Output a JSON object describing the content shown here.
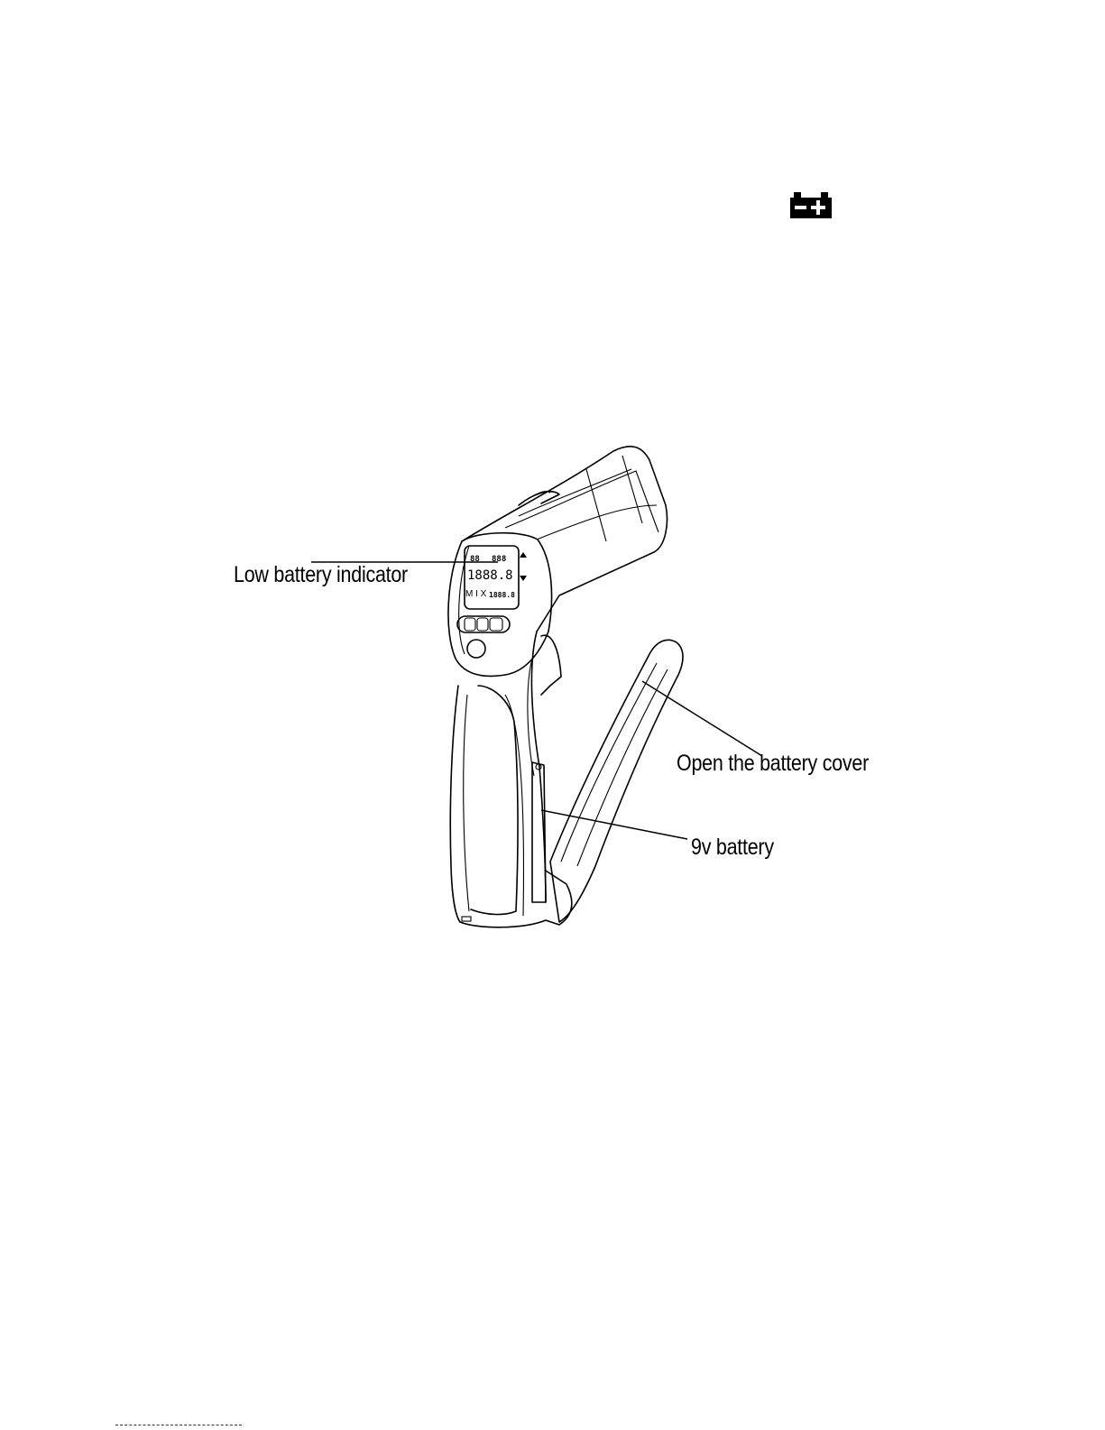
{
  "labels": {
    "low_battery": "Low battery indicator",
    "battery_cover": "Open the battery cover",
    "nine_volt": "9v battery"
  },
  "lcd": {
    "row1_left": "88",
    "row1_right": "888",
    "main_digits": "1888.8",
    "mode_text": "M I X",
    "sub_digits": "1888.8"
  },
  "colors": {
    "ink": "#000000",
    "paper": "#ffffff"
  }
}
